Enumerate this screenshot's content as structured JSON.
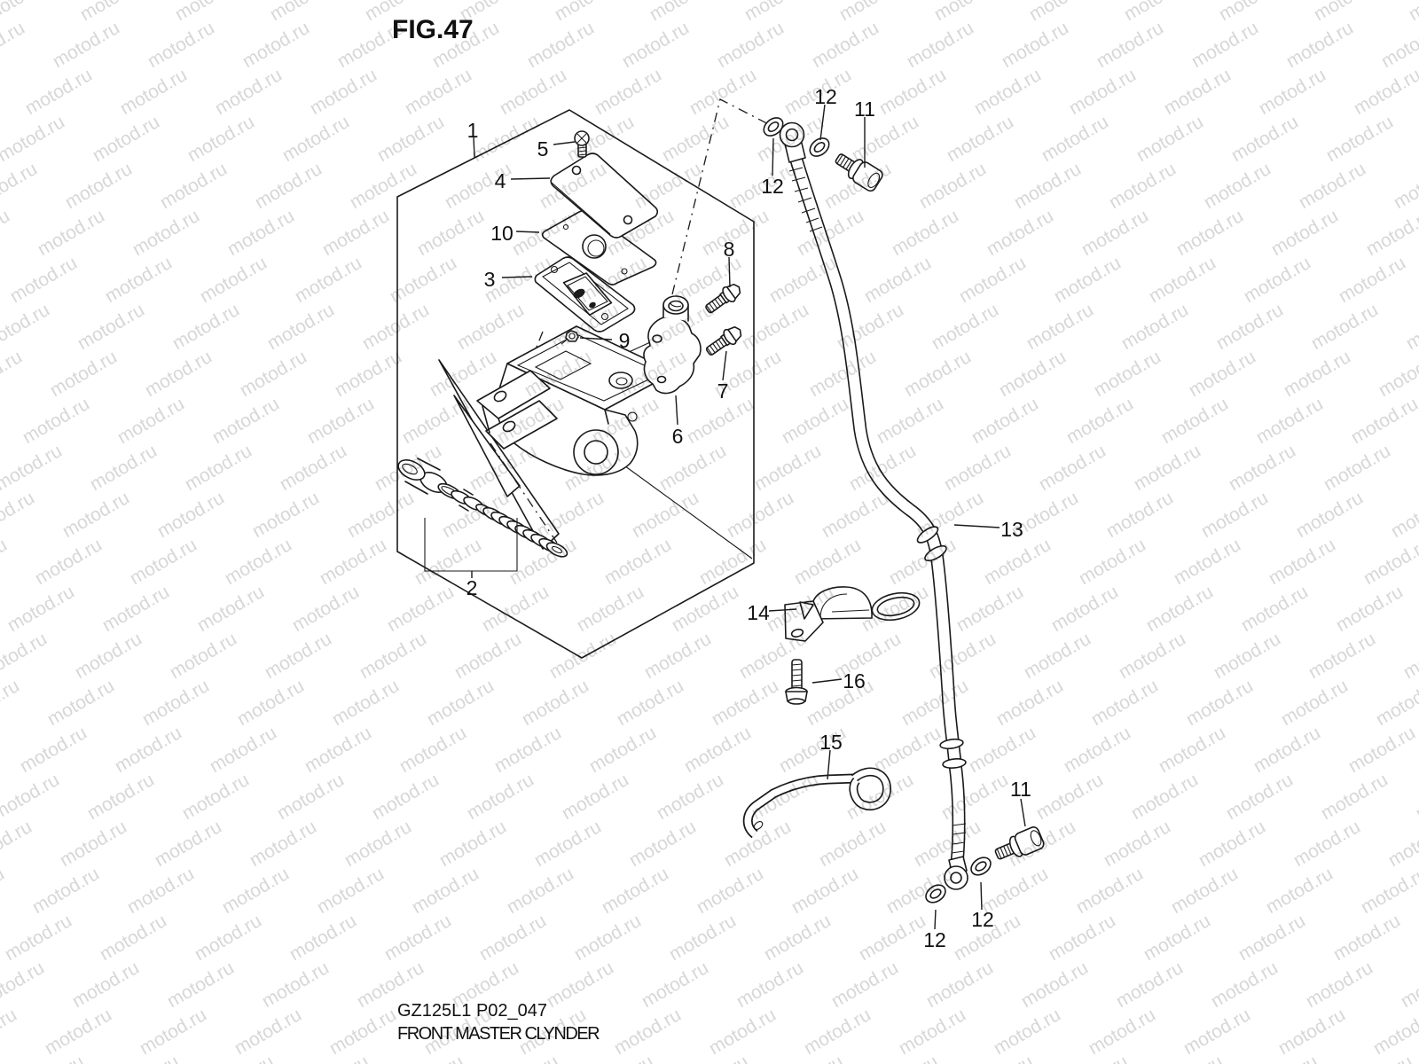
{
  "figure": {
    "title": "FIG.47"
  },
  "footer": {
    "model_code": "GZ125L1 P02_047",
    "figure_name": "FRONT MASTER CLYNDER"
  },
  "watermark": {
    "text": "motod.ru",
    "color": "#d7d7d7"
  },
  "diagram": {
    "description": "Exploded parts diagram: front brake master cylinder assembly, brake hose, clamps and banjo bolts",
    "labels": [
      {
        "text": "1"
      },
      {
        "text": "5"
      },
      {
        "text": "4"
      },
      {
        "text": "10"
      },
      {
        "text": "3"
      },
      {
        "text": "9"
      },
      {
        "text": "8"
      },
      {
        "text": "7"
      },
      {
        "text": "6"
      },
      {
        "text": "2"
      },
      {
        "text": "12"
      },
      {
        "text": "11"
      },
      {
        "text": "12"
      },
      {
        "text": "13"
      },
      {
        "text": "14"
      },
      {
        "text": "16"
      },
      {
        "text": "15"
      },
      {
        "text": "11"
      },
      {
        "text": "12"
      },
      {
        "text": "12"
      }
    ]
  }
}
